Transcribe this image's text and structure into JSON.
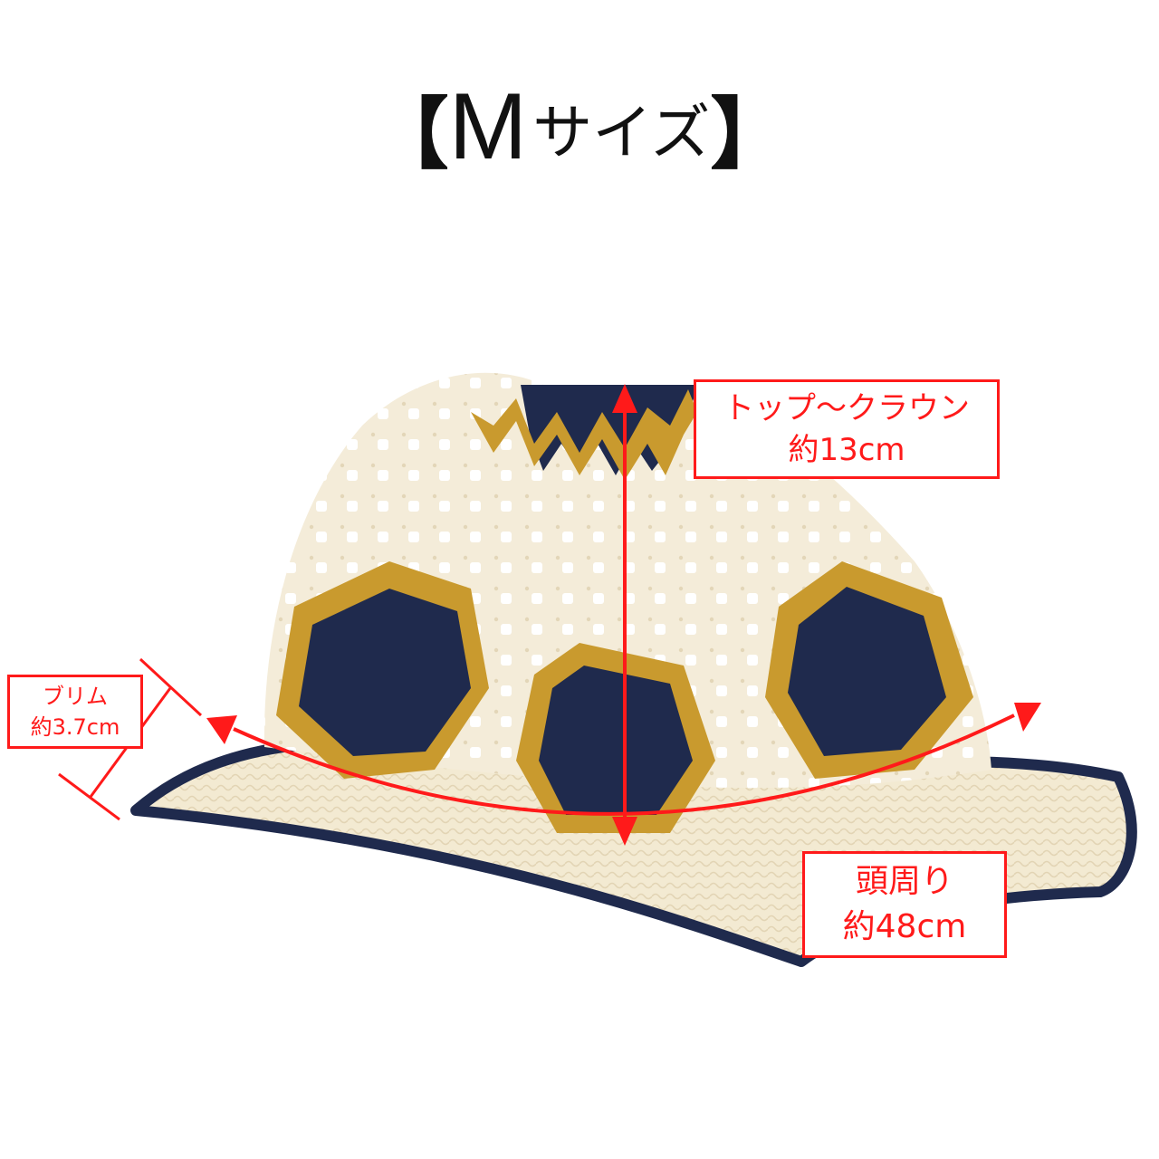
{
  "title": {
    "open_bracket": "【",
    "size": "M",
    "suffix": "サイズ",
    "close_bracket": "】"
  },
  "measurements": {
    "top_to_crown": {
      "label": "トップ～クラウン",
      "value": "約13cm"
    },
    "brim": {
      "label": "ブリム",
      "value": "約3.7cm"
    },
    "head_circumference": {
      "label": "頭周り",
      "value": "約48cm"
    }
  },
  "colors": {
    "background": "#ffffff",
    "title_text": "#111111",
    "annotation_red": "#ff1a1a",
    "yarn_cream": "#f4ecd9",
    "yarn_navy": "#1f2a4d",
    "yarn_mustard": "#c99a2e"
  }
}
